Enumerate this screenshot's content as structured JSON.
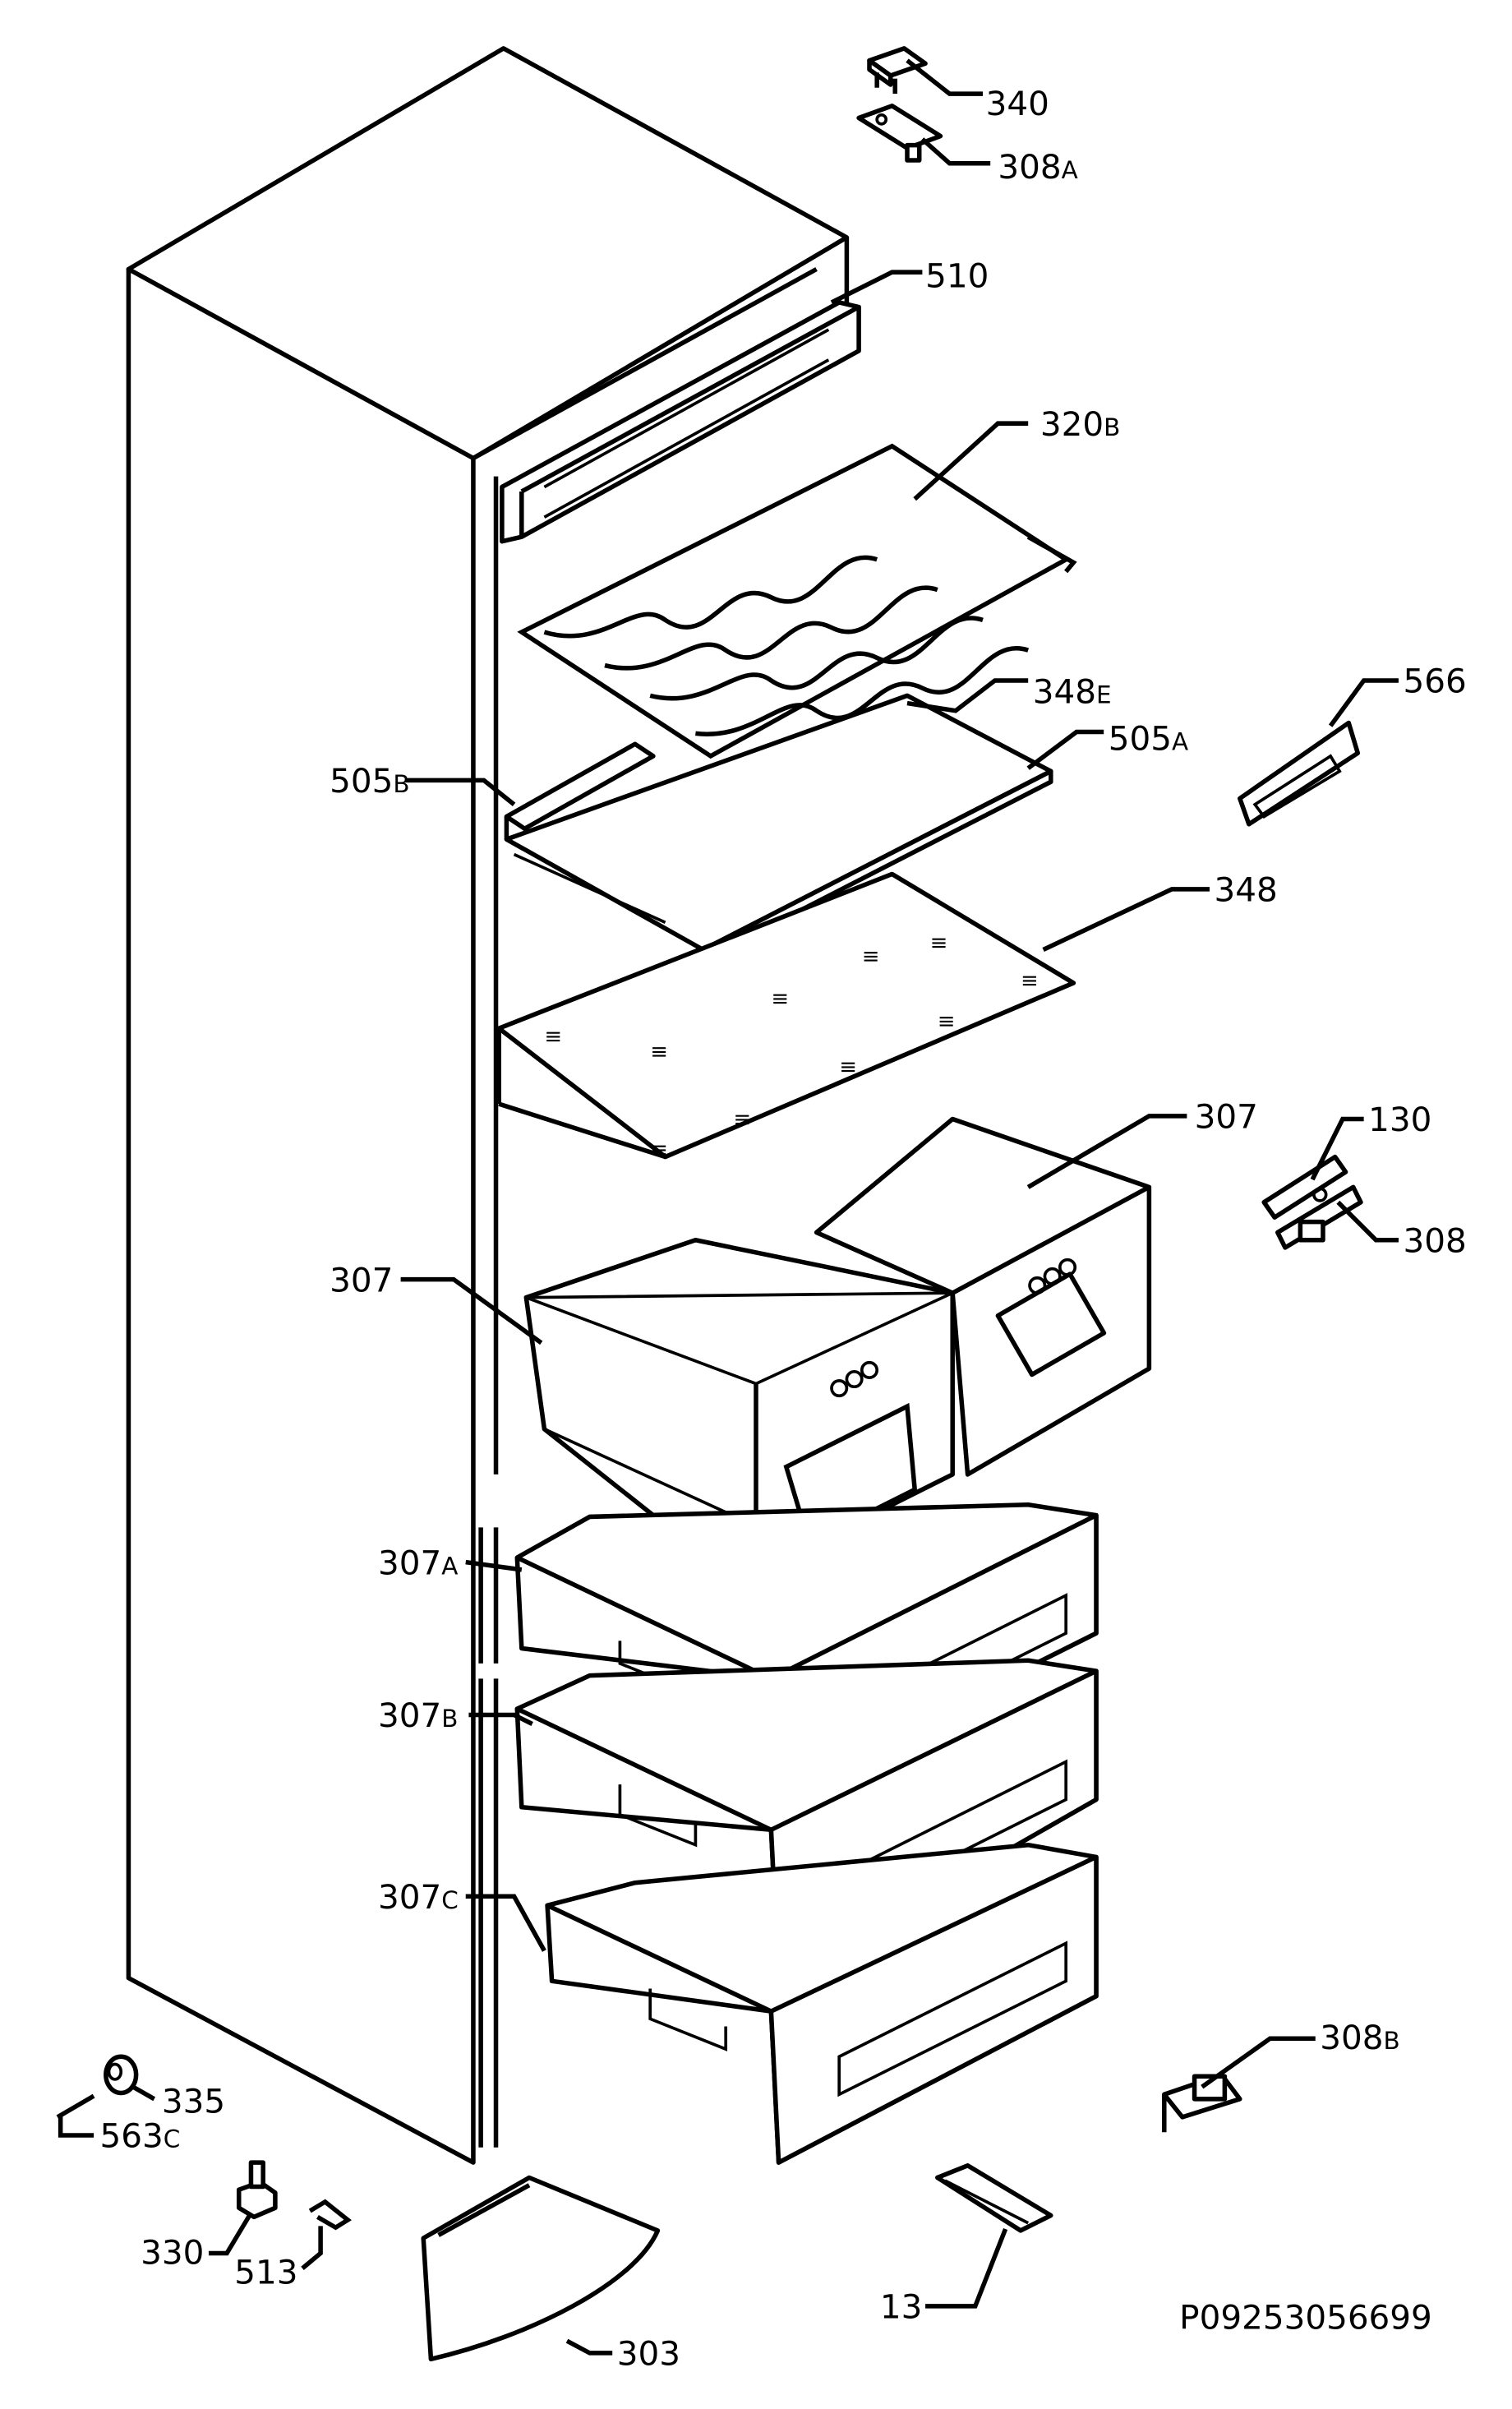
{
  "drawing_number": "P09253056699",
  "callouts": [
    {
      "id": "340",
      "base": "340",
      "suffix": ""
    },
    {
      "id": "308a",
      "base": "308",
      "suffix": "A"
    },
    {
      "id": "510",
      "base": "510",
      "suffix": ""
    },
    {
      "id": "320b",
      "base": "320",
      "suffix": "B"
    },
    {
      "id": "566",
      "base": "566",
      "suffix": ""
    },
    {
      "id": "348e",
      "base": "348",
      "suffix": "E"
    },
    {
      "id": "505a",
      "base": "505",
      "suffix": "A"
    },
    {
      "id": "505b",
      "base": "505",
      "suffix": "B"
    },
    {
      "id": "348",
      "base": "348",
      "suffix": ""
    },
    {
      "id": "307-right",
      "base": "307",
      "suffix": ""
    },
    {
      "id": "130",
      "base": "130",
      "suffix": ""
    },
    {
      "id": "308",
      "base": "308",
      "suffix": ""
    },
    {
      "id": "307-left",
      "base": "307",
      "suffix": ""
    },
    {
      "id": "307a",
      "base": "307",
      "suffix": "A"
    },
    {
      "id": "307b",
      "base": "307",
      "suffix": "B"
    },
    {
      "id": "307c",
      "base": "307",
      "suffix": "C"
    },
    {
      "id": "308b",
      "base": "308",
      "suffix": "B"
    },
    {
      "id": "335",
      "base": "335",
      "suffix": ""
    },
    {
      "id": "563c",
      "base": "563",
      "suffix": "C"
    },
    {
      "id": "330",
      "base": "330",
      "suffix": ""
    },
    {
      "id": "513",
      "base": "513",
      "suffix": ""
    },
    {
      "id": "13",
      "base": "13",
      "suffix": ""
    },
    {
      "id": "303",
      "base": "303",
      "suffix": ""
    }
  ]
}
